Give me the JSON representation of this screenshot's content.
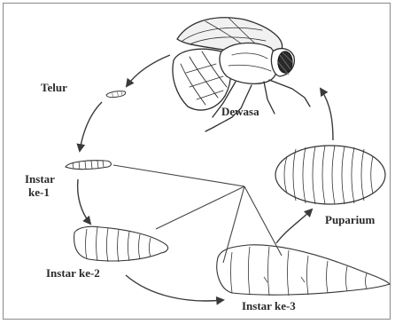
{
  "diagram": {
    "stages": {
      "egg": "Telur",
      "instar1_line1": "Instar",
      "instar1_line2": "ke-1",
      "instar2": "Instar ke-2",
      "instar3": "Instar ke-3",
      "puparium": "Puparium",
      "adult": "Dewasa"
    }
  }
}
